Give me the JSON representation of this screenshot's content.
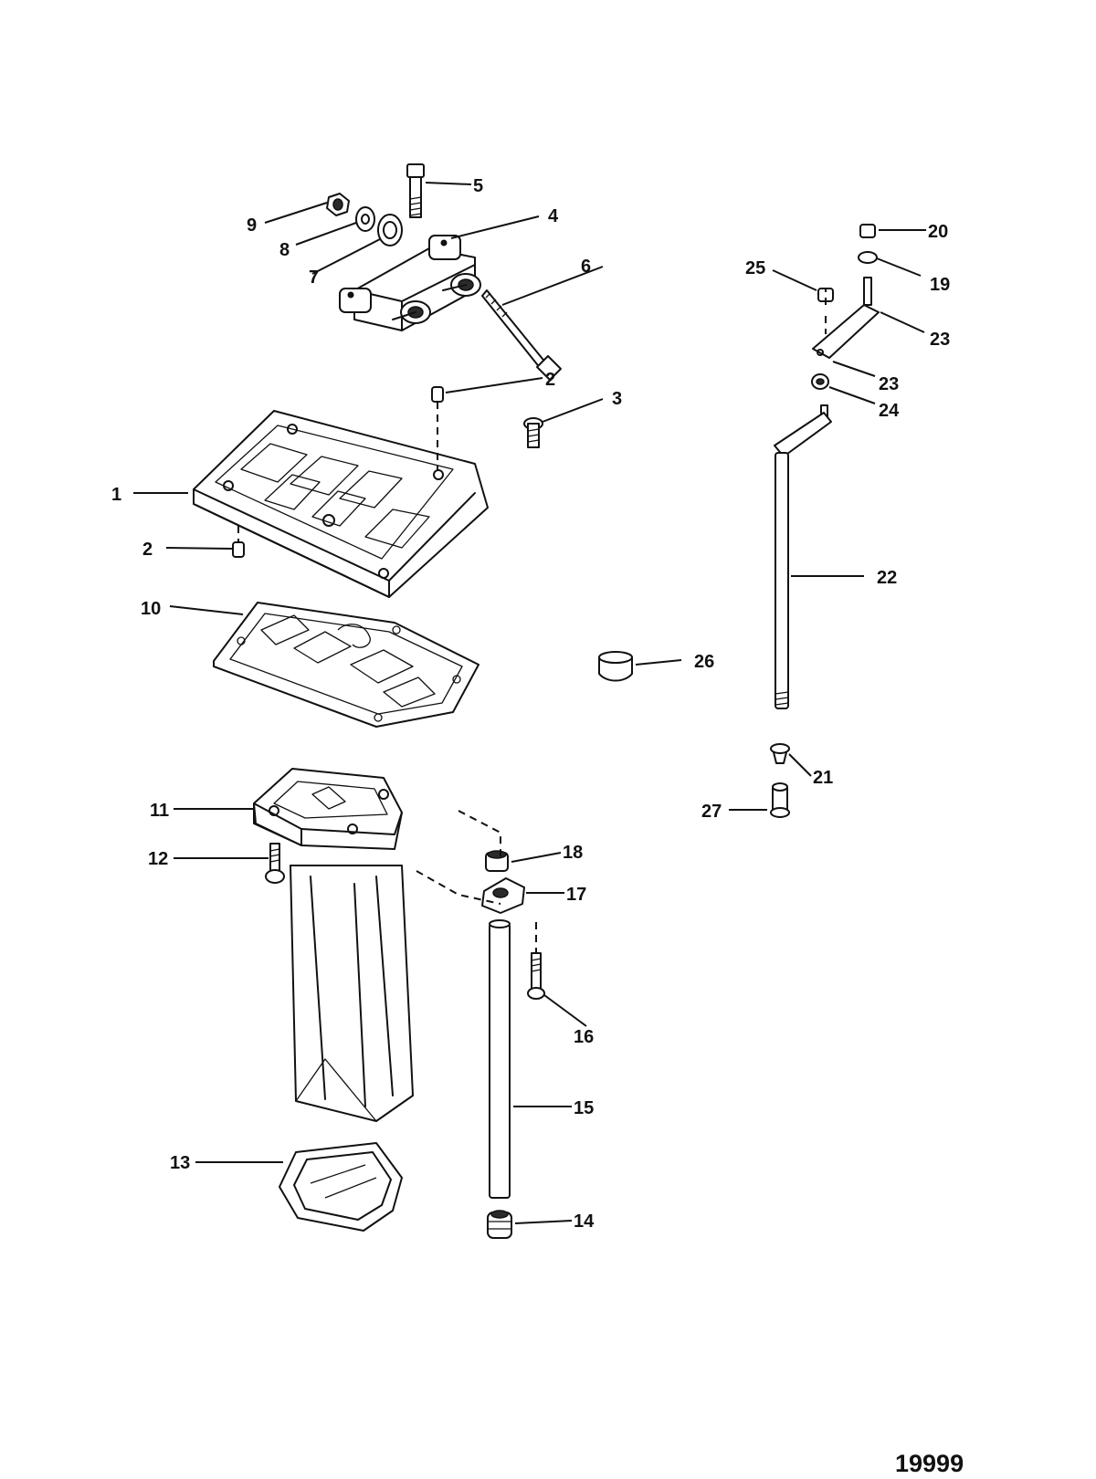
{
  "figure_id": "19999",
  "callouts": [
    {
      "label": "1"
    },
    {
      "label": "2"
    },
    {
      "label": "2"
    },
    {
      "label": "3"
    },
    {
      "label": "4"
    },
    {
      "label": "5"
    },
    {
      "label": "6"
    },
    {
      "label": "7"
    },
    {
      "label": "8"
    },
    {
      "label": "9"
    },
    {
      "label": "10"
    },
    {
      "label": "11"
    },
    {
      "label": "12"
    },
    {
      "label": "13"
    },
    {
      "label": "14"
    },
    {
      "label": "15"
    },
    {
      "label": "16"
    },
    {
      "label": "17"
    },
    {
      "label": "18"
    },
    {
      "label": "19"
    },
    {
      "label": "20"
    },
    {
      "label": "21"
    },
    {
      "label": "22"
    },
    {
      "label": "23"
    },
    {
      "label": "23"
    },
    {
      "label": "24"
    },
    {
      "label": "25"
    },
    {
      "label": "26"
    },
    {
      "label": "27"
    }
  ]
}
